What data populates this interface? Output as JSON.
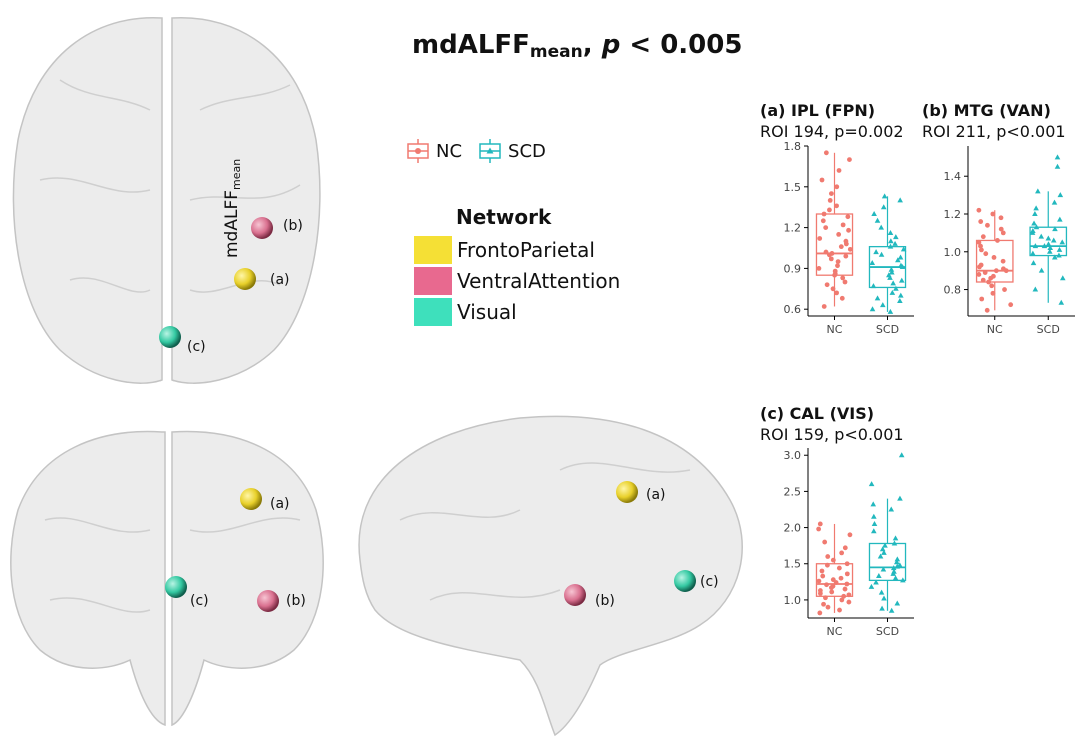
{
  "title": {
    "main": "mdALFF",
    "sub": "mean",
    "comma": ",",
    "p": "p",
    "threshold": " < 0.005"
  },
  "group_legend": [
    {
      "label": "NC",
      "color": "#F07A70",
      "marker": "circle"
    },
    {
      "label": "SCD",
      "color": "#22B8BE",
      "marker": "triangle"
    }
  ],
  "network_legend": {
    "title": "Network",
    "items": [
      {
        "label": "FrontoParietal",
        "color": "#F5E035"
      },
      {
        "label": "VentralAttention",
        "color": "#E8698F"
      },
      {
        "label": "Visual",
        "color": "#3EE0BC"
      }
    ]
  },
  "ylabel": {
    "main": "mdALFF",
    "sub": "mean"
  },
  "sphere_labels": {
    "a": "(a)",
    "b": "(b)",
    "c": "(c)"
  },
  "chart_data": [
    {
      "type": "box",
      "title": "(a) IPL (FPN)",
      "subtitle": "ROI 194, p=0.002",
      "categories": [
        "NC",
        "SCD"
      ],
      "ylim": [
        0.55,
        1.8
      ],
      "yticks": [
        0.6,
        0.9,
        1.2,
        1.5,
        1.8
      ],
      "ytick_labels": [
        "0.6",
        "0.9",
        "1.2",
        "1.5",
        "1.8"
      ],
      "boxes": [
        {
          "name": "NC",
          "min": 0.62,
          "q1": 0.85,
          "median": 1.01,
          "q3": 1.3,
          "max": 1.75
        },
        {
          "name": "SCD",
          "min": 0.58,
          "q1": 0.76,
          "median": 0.91,
          "q3": 1.06,
          "max": 1.43
        }
      ],
      "points": {
        "NC": [
          0.62,
          0.68,
          0.72,
          0.75,
          0.78,
          0.8,
          0.83,
          0.85,
          0.86,
          0.88,
          0.9,
          0.92,
          0.95,
          0.97,
          0.99,
          1.0,
          1.01,
          1.02,
          1.04,
          1.06,
          1.08,
          1.1,
          1.12,
          1.15,
          1.18,
          1.2,
          1.22,
          1.25,
          1.28,
          1.3,
          1.33,
          1.36,
          1.4,
          1.45,
          1.5,
          1.55,
          1.62,
          1.7,
          1.75
        ],
        "SCD": [
          0.58,
          0.6,
          0.63,
          0.66,
          0.68,
          0.7,
          0.72,
          0.75,
          0.77,
          0.79,
          0.81,
          0.83,
          0.85,
          0.87,
          0.89,
          0.91,
          0.92,
          0.94,
          0.96,
          0.98,
          1.0,
          1.02,
          1.04,
          1.06,
          1.08,
          1.1,
          1.13,
          1.16,
          1.2,
          1.25,
          1.3,
          1.35,
          1.4,
          1.43
        ]
      }
    },
    {
      "type": "box",
      "title": "(b) MTG (VAN)",
      "subtitle": "ROI 211, p<0.001",
      "categories": [
        "NC",
        "SCD"
      ],
      "ylim": [
        0.66,
        1.56
      ],
      "yticks": [
        0.8,
        1.0,
        1.2,
        1.4
      ],
      "ytick_labels": [
        "0.8",
        "1.0",
        "1.2",
        "1.4"
      ],
      "boxes": [
        {
          "name": "NC",
          "min": 0.69,
          "q1": 0.84,
          "median": 0.9,
          "q3": 1.06,
          "max": 1.22
        },
        {
          "name": "SCD",
          "min": 0.73,
          "q1": 0.98,
          "median": 1.03,
          "q3": 1.13,
          "max": 1.32
        }
      ],
      "points": {
        "NC": [
          0.69,
          0.72,
          0.75,
          0.78,
          0.8,
          0.82,
          0.84,
          0.85,
          0.86,
          0.87,
          0.88,
          0.89,
          0.9,
          0.9,
          0.91,
          0.92,
          0.93,
          0.95,
          0.97,
          0.99,
          1.01,
          1.03,
          1.05,
          1.06,
          1.08,
          1.1,
          1.12,
          1.14,
          1.16,
          1.18,
          1.2,
          1.22
        ],
        "SCD": [
          0.73,
          0.8,
          0.86,
          0.9,
          0.94,
          0.97,
          0.98,
          0.99,
          1.0,
          1.01,
          1.02,
          1.03,
          1.03,
          1.04,
          1.05,
          1.06,
          1.07,
          1.08,
          1.1,
          1.11,
          1.12,
          1.13,
          1.15,
          1.17,
          1.2,
          1.23,
          1.26,
          1.3,
          1.32,
          1.45,
          1.5
        ]
      }
    },
    {
      "type": "box",
      "title": "(c) CAL (VIS)",
      "subtitle": "ROI 159, p<0.001",
      "categories": [
        "NC",
        "SCD"
      ],
      "ylim": [
        0.75,
        3.1
      ],
      "yticks": [
        1.0,
        1.5,
        2.0,
        2.5,
        3.0
      ],
      "ytick_labels": [
        "1.0",
        "1.5",
        "2.0",
        "2.5",
        "3.0"
      ],
      "boxes": [
        {
          "name": "NC",
          "min": 0.82,
          "q1": 1.05,
          "median": 1.22,
          "q3": 1.5,
          "max": 2.05
        },
        {
          "name": "SCD",
          "min": 0.85,
          "q1": 1.27,
          "median": 1.45,
          "q3": 1.78,
          "max": 2.4
        }
      ],
      "points": {
        "NC": [
          0.82,
          0.86,
          0.9,
          0.94,
          0.97,
          1.0,
          1.03,
          1.05,
          1.07,
          1.09,
          1.11,
          1.13,
          1.15,
          1.17,
          1.19,
          1.21,
          1.22,
          1.24,
          1.26,
          1.28,
          1.3,
          1.33,
          1.36,
          1.4,
          1.44,
          1.48,
          1.5,
          1.55,
          1.6,
          1.65,
          1.72,
          1.8,
          1.9,
          1.98,
          2.05
        ],
        "SCD": [
          0.85,
          0.88,
          0.95,
          1.02,
          1.1,
          1.18,
          1.24,
          1.27,
          1.3,
          1.33,
          1.36,
          1.39,
          1.42,
          1.44,
          1.46,
          1.48,
          1.52,
          1.56,
          1.6,
          1.65,
          1.7,
          1.75,
          1.78,
          1.85,
          1.95,
          2.05,
          2.15,
          2.25,
          2.32,
          2.4,
          2.6,
          3.0
        ]
      }
    }
  ]
}
